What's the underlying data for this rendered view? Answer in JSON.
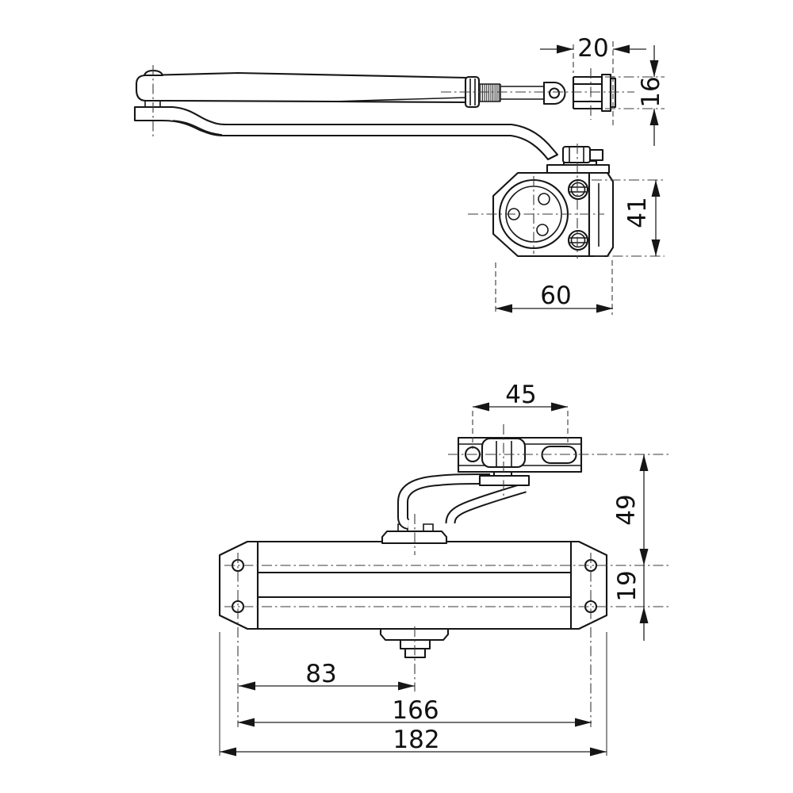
{
  "drawing": {
    "subject": "door closer technical dimension drawing, two orthographic views",
    "ink_color": "#161616",
    "background": "#ffffff",
    "units_note": ""
  },
  "top_view": {
    "dims": {
      "arm_bracket_width": "20",
      "arm_bracket_depth": "16",
      "body_height": "41",
      "body_width": "60"
    }
  },
  "front_view": {
    "dims": {
      "shoe_hole_spacing": "45",
      "shoe_to_body_height": "49",
      "hole_row_spacing": "19",
      "hole_to_spindle": "83",
      "mounting_hole_span": "166",
      "overall_length": "182"
    }
  }
}
